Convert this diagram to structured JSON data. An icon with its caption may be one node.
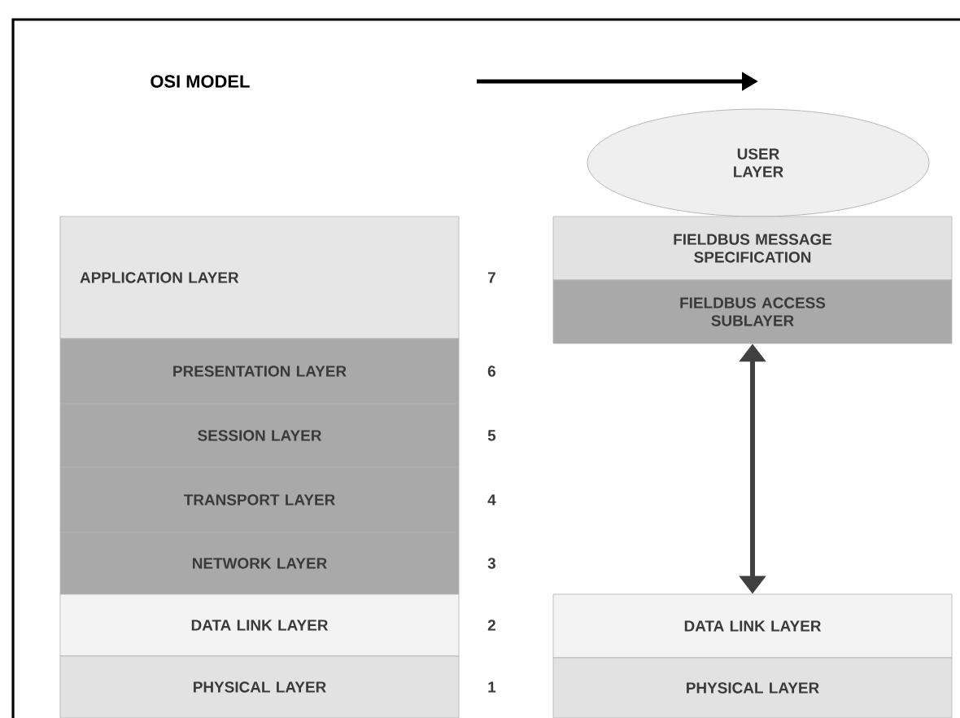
{
  "diagram": {
    "nodes": [
      {
        "text": [
          "USER LAYER"
        ]
      },
      {
        "text": [
          "APPLICATION LAYER"
        ],
        "beside": [
          "7"
        ]
      },
      {
        "text": [
          "PRESENTATION LAYER"
        ],
        "beside": [
          "6"
        ]
      },
      {
        "text": [
          "SESSION LAYER"
        ],
        "beside": [
          "5"
        ]
      },
      {
        "text": [
          "TRANSPORT LAYER"
        ],
        "beside": [
          "4"
        ]
      },
      {
        "text": [
          "NETWORK LAYER"
        ],
        "beside": [
          "3"
        ]
      },
      {
        "text": [
          "DATA LINK LAYER"
        ],
        "beside": [
          "2"
        ]
      },
      {
        "text": [
          "PHYSICAL LAYER"
        ],
        "beside": [
          "1"
        ]
      },
      {
        "text": [
          "FIELDBUS MESSAGE SPECIFICATION"
        ]
      },
      {
        "text": [
          "FIELDBUS ACCESS SUBLAYER"
        ]
      },
      {
        "text": [
          "DATA LINK LAYER"
        ]
      },
      {
        "text": [
          "PHYSICAL LAYER"
        ]
      }
    ],
    "edges": [
      {
        "from": 9,
        "to": 10,
        "arrow": "both"
      }
    ],
    "labels": [
      "OSI MODEL"
    ]
  }
}
